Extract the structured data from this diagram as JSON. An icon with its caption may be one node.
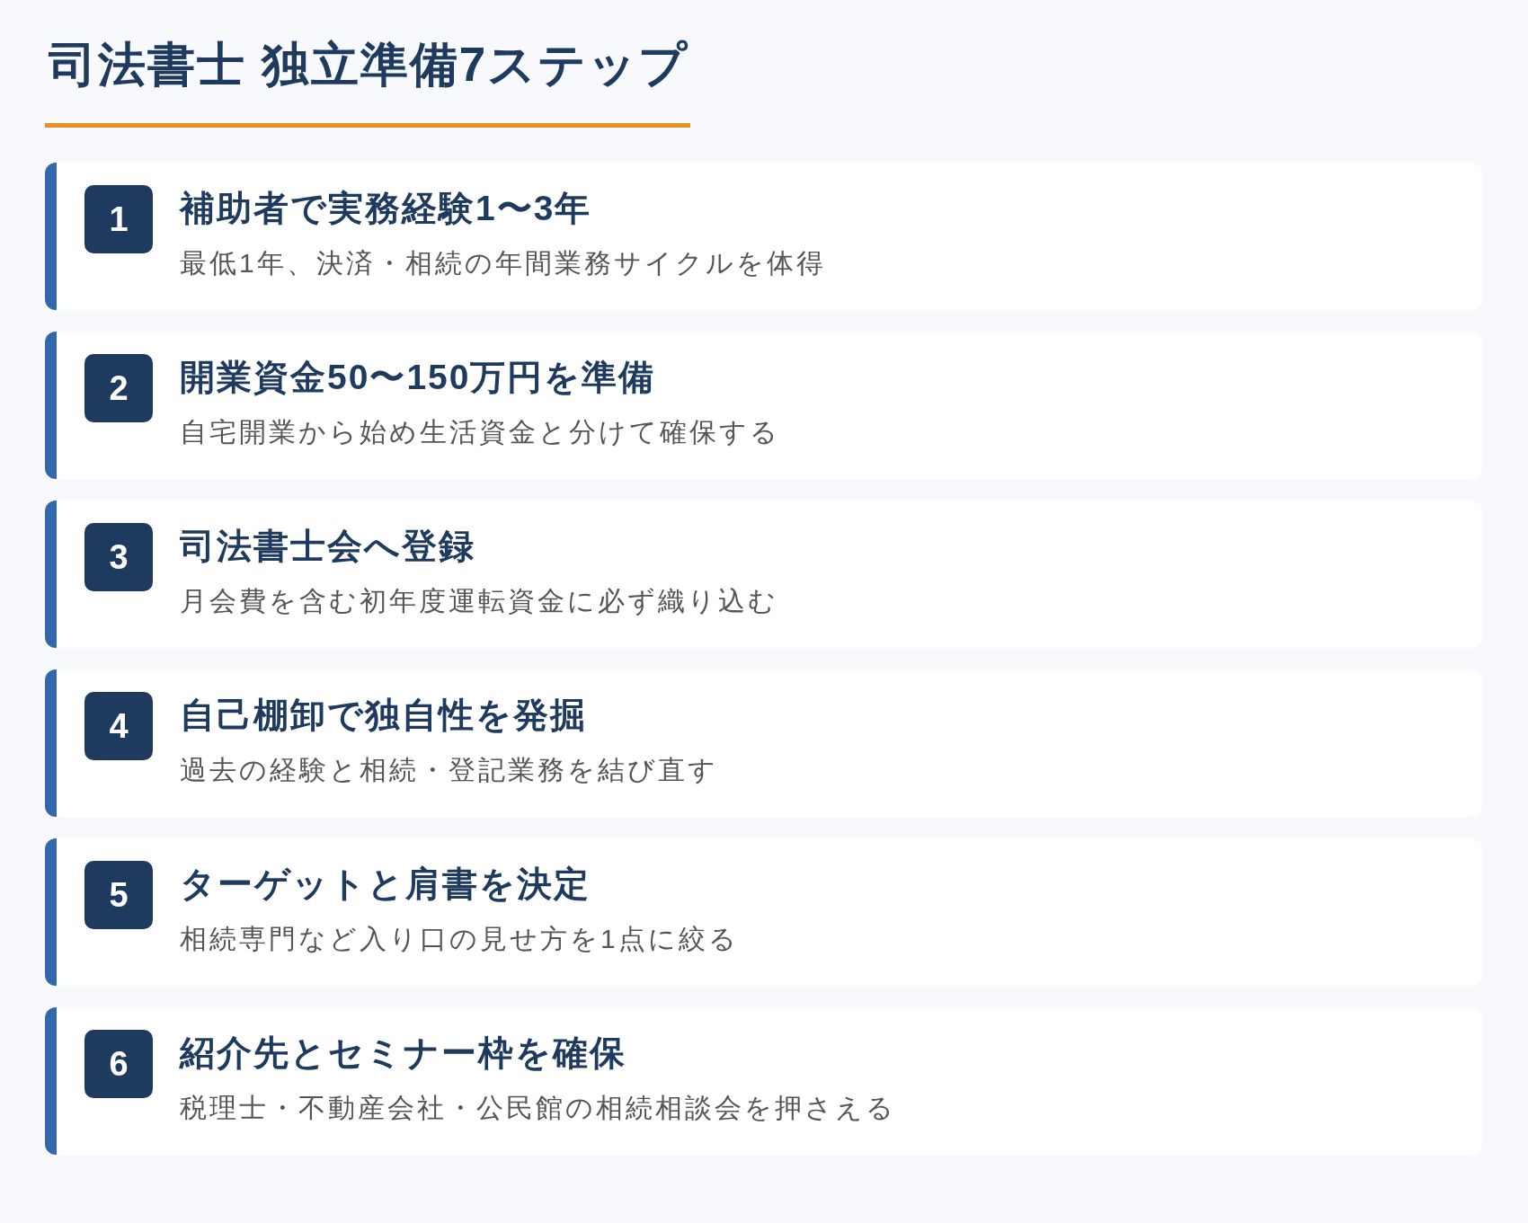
{
  "diagram": {
    "title": "司法書士 独立準備7ステップ",
    "nodes": [
      {
        "text": [
          "補助者で実務経験1〜3年",
          "最低1年、決済・相続の年間業務サイクルを体得"
        ]
      },
      {
        "text": [
          "1"
        ],
        "in": 0
      },
      {
        "text": [
          "開業資金50〜150万円を準備",
          "自宅開業から始め生活資金と分けて確保する"
        ]
      },
      {
        "text": [
          "2"
        ],
        "in": 2
      },
      {
        "text": [
          "司法書士会へ登録",
          "月会費を含む初年度運転資金に必ず織り込む"
        ]
      },
      {
        "text": [
          "3"
        ],
        "in": 4
      },
      {
        "text": [
          "自己棚卸で独自性を発掘",
          "過去の経験と相続・登記業務を結び直す"
        ]
      },
      {
        "text": [
          "4"
        ],
        "in": 6
      },
      {
        "text": [
          "ターゲットと肩書を決定",
          "相続専門など入り口の見せ方を1点に絞る"
        ]
      },
      {
        "text": [
          "5"
        ],
        "in": 8
      },
      {
        "text": [
          "紹介先とセミナー枠を確保",
          "税理士・不動産会社・公民館の相続相談会を押さえる"
        ]
      },
      {
        "text": [
          "6"
        ],
        "in": 10
      }
    ]
  }
}
